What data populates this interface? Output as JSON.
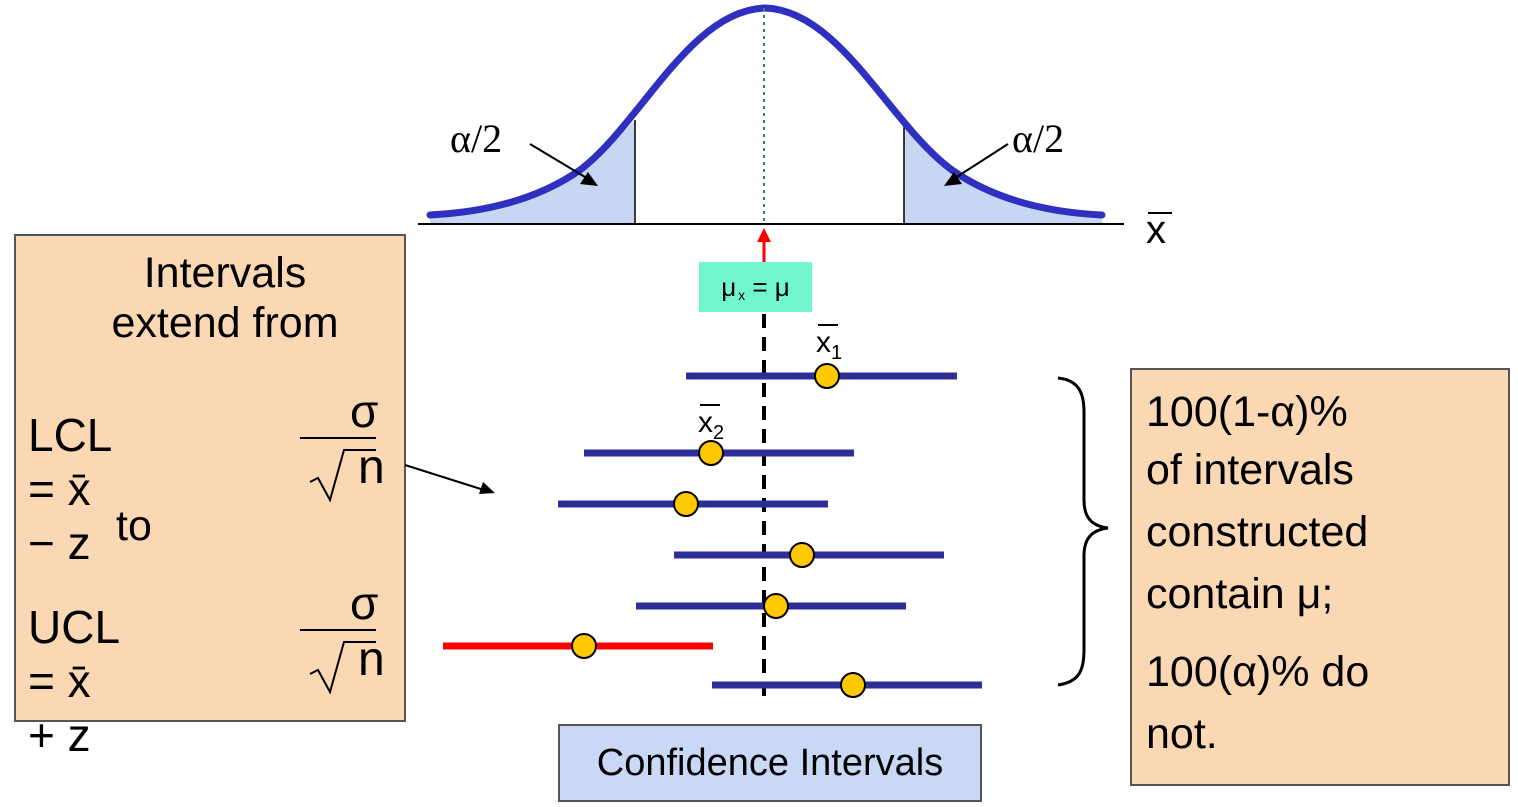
{
  "curve": {
    "tail_label_left": "α/2",
    "tail_label_right": "α/2",
    "axis_label": "x̄",
    "colors": {
      "curve": "#3030c0",
      "tail_fill": "#c6d6f3",
      "center_line": "#2e8b57",
      "arrow": "#ff0000"
    }
  },
  "mean_badge": {
    "text": "μ",
    "sub": "x̄",
    "suffix": " = μ"
  },
  "left_box": {
    "heading_line1": "Intervals",
    "heading_line2": "extend from",
    "lcl_lhs": "LCL = x̄ − z",
    "ucl_lhs": "UCL = x̄ + z",
    "sigma": "σ",
    "sqrt_n": "√n",
    "connector": "to"
  },
  "samples": {
    "x1_label": "x̄",
    "x1_sub": "1",
    "x2_label": "x̄",
    "x2_sub": "2"
  },
  "intervals": [
    {
      "sample": "x̄1",
      "contains_mu": true
    },
    {
      "sample": "x̄2",
      "contains_mu": true
    },
    {
      "contains_mu": true
    },
    {
      "contains_mu": true
    },
    {
      "contains_mu": true
    },
    {
      "contains_mu": false
    },
    {
      "contains_mu": true
    }
  ],
  "right_box": {
    "line1": "100(1-α)%",
    "line2": "of intervals",
    "line3": "constructed",
    "line4": "contain μ;",
    "line5": "100(α)% do",
    "line6": "not."
  },
  "caption": "Confidence Intervals",
  "colors": {
    "interval_ok": "#2e2e98",
    "interval_miss": "#ff0000",
    "dot": "#ffc800",
    "box_orange": "#fad8b4",
    "box_blue": "#c9d9f5",
    "badge": "#73f5cf"
  }
}
